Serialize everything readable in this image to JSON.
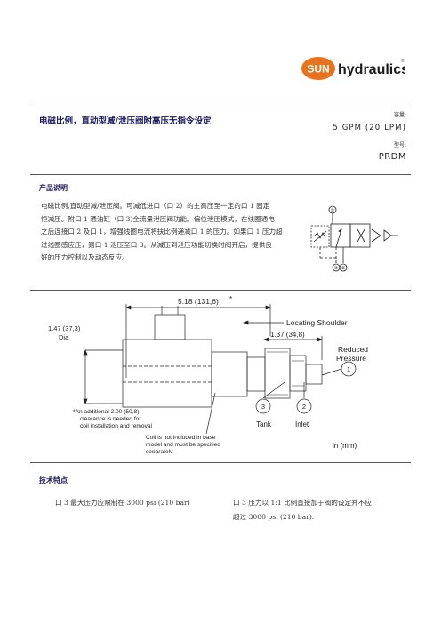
{
  "brand": {
    "logo_text": "SUN hydraulics",
    "registered": "®"
  },
  "header": {
    "title": "电磁比例，直动型减/泄压阀附高压无指令设定",
    "capacity_label": "容量:",
    "capacity_value": "5 GPM (20 LPM)",
    "model_label": "型号:",
    "model_value": "PRDM"
  },
  "description": {
    "heading": "产品说明",
    "lines": [
      "电磁比例,直动型减/泄压阀。可减低进口（口 2）的主高压至一定的口 1 固定",
      "恒减压。附口 1 通油缸（口 3)全流量泄压阀功能。偏位泄压模式，在线圈通电",
      "之后连接口 2 及口 1，增强线圈电流将扶比例递减口 1 的压力。如果口 1 压力超",
      "过线圈感应压，则口 1 泄压至口 3。从减压到泄压功能切换时阀开启，提供良",
      "好的压力控制以及动态反应。"
    ]
  },
  "schematic": {
    "port_top": "①",
    "port_bottom_left": "③",
    "port_bottom_right": "②"
  },
  "drawing": {
    "overall_length": "5.18 (131,6)",
    "overall_mark": "*",
    "dia_value": "1.47 (37,3)",
    "dia_label": "Dia",
    "locating_shoulder": "Locating Shoulder",
    "shoulder_length": "1.37 (34,8)",
    "reduced_pressure": "Reduced",
    "reduced_pressure_2": "Pressure",
    "port_1": "1",
    "port_2": "2",
    "port_3": "3",
    "tank": "Tank",
    "inlet": "Inlet",
    "note_clearance": [
      "*An additional 2.00 (50,8)",
      "clearance is needed for",
      "coil installation and removal"
    ],
    "note_coil": [
      "Coil is not included in base",
      "model and must be specified",
      "separately"
    ],
    "units": "in (mm)"
  },
  "features": {
    "heading": "技术特点",
    "left": [
      "口 3 最大压力应限制在 3000 psi (210 bar)"
    ],
    "right": [
      "口 3 压力以 1:1 比例直接加于阀的设定并不应",
      "超过 3000 psi (210 bar)."
    ]
  },
  "colors": {
    "brand_orange": "#e8731c",
    "heading_navy": "#1a1a60"
  }
}
